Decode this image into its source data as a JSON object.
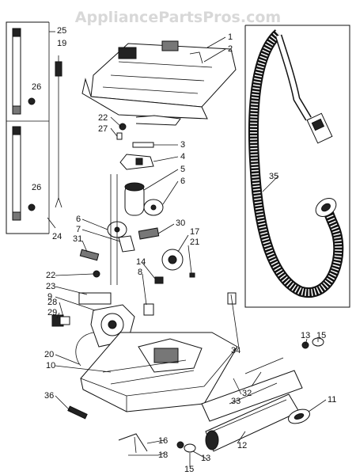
{
  "watermark": "AppliancePartsPros.com",
  "callouts": {
    "c1": "1",
    "c2": "2",
    "c3": "3",
    "c4": "4",
    "c5": "5",
    "c6a": "6",
    "c6b": "6",
    "c7": "7",
    "c8": "8",
    "c9": "9",
    "c10": "10",
    "c11": "11",
    "c12": "12",
    "c13a": "13",
    "c13b": "13",
    "c14": "14",
    "c15a": "15",
    "c15b": "15",
    "c16": "16",
    "c17": "17",
    "c18": "18",
    "c19": "19",
    "c20": "20",
    "c21": "21",
    "c22a": "22",
    "c22b": "22",
    "c23": "23",
    "c24": "24",
    "c25": "25",
    "c26a": "26",
    "c26b": "26",
    "c27": "27",
    "c28": "28",
    "c29": "29",
    "c30": "30",
    "c31": "31",
    "c32": "32",
    "c33": "33",
    "c34": "34",
    "c35": "35",
    "c36": "36"
  }
}
